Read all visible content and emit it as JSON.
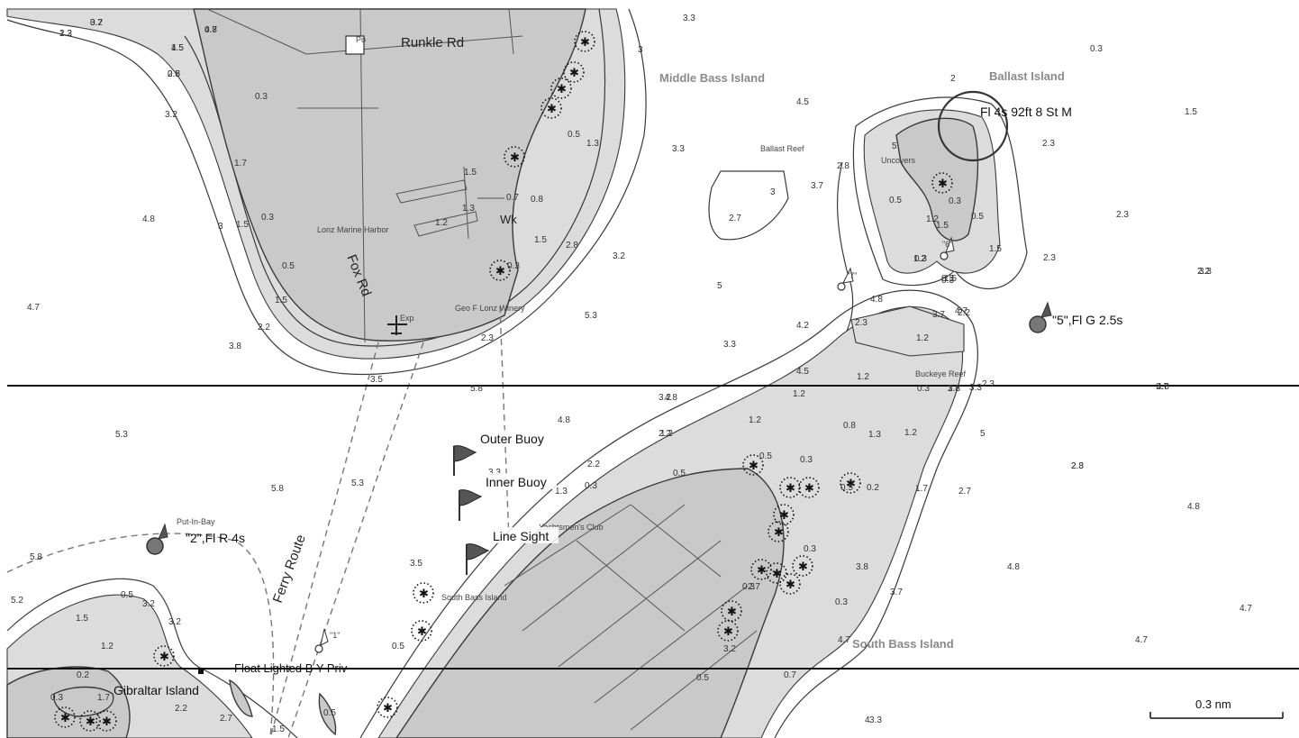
{
  "place_names": {
    "middle_bass": "Middle Bass Island",
    "ballast": "Ballast Island",
    "south_bass_bold": "South Bass Island",
    "south_bass_small": "South Bass Island",
    "gibraltar": "Gibraltar Island",
    "put_in_bay": "Put-In-Bay",
    "ballast_reef": "Ballast Reef",
    "buckeye_reef": "Buckeye Reef",
    "uncovers": "Uncovers",
    "lonz_harbor": "Lonz Marine Harbor",
    "lonz_winery": "Geo F Lonz Winery",
    "yachtsmens_club": "Yachtsmen's Club",
    "wreck": "Wk",
    "post_office": "Po",
    "grid_sign": "Exp"
  },
  "roads": {
    "runkle": "Runkle Rd",
    "fox": "Fox Rd",
    "ferry": "Ferry Route"
  },
  "nav_aids": {
    "light_ballast": "Fl 4s 92ft 8 St M",
    "buoy_2": "\"2\",Fl R 4s",
    "buoy_5": "\"5\",Fl G 2.5s",
    "buoy_6": "\"6\"",
    "buoy_7": "\"7\"",
    "buoy_1": "\"1\"",
    "float_lighted": "Float Lighted B Y Priv"
  },
  "waypoints": [
    {
      "name": "outer-buoy",
      "label": "Outer Buoy"
    },
    {
      "name": "inner-buoy",
      "label": "Inner Buoy"
    },
    {
      "name": "line-sight",
      "label": "Line Sight"
    }
  ],
  "soundings": [
    "0.7",
    "1.3",
    "0.7",
    "1.5",
    "2.8",
    "3.2",
    "0.3",
    "1.7",
    "4.8",
    "3",
    "1.5",
    "0.3",
    "0.5",
    "1.5",
    "2.2",
    "3.8",
    "4.7",
    "1.5",
    "1.3",
    "0.7",
    "0.8",
    "1.2",
    "1.5",
    "2.8",
    "3.2",
    "0.3",
    "0.5",
    "1.3",
    "3",
    "3.3",
    "3.3",
    "4.5",
    "2.8",
    "3",
    "2.7",
    "3.7",
    "5",
    "5.3",
    "3.3",
    "2.3",
    "3.5",
    "5.8",
    "3.2",
    "4.8",
    "2.2",
    "5.3",
    "5.8",
    "5.3",
    "5.8",
    "5.2",
    "0.5",
    "1.5",
    "3.2",
    "3.2",
    "1.2",
    "0.2",
    "0.3",
    "1.7",
    "2.2",
    "2.7",
    "1.5",
    "0.5",
    "3.5",
    "0.5",
    "3.3",
    "0.3",
    "1.3",
    "2.2",
    "0.5",
    "1.2",
    "0.3",
    "0.5",
    "0.3",
    "0.3",
    "1.2",
    "0.8",
    "1.3",
    "0.5",
    "0.2",
    "0.3",
    "1.7",
    "2.7",
    "3.7",
    "3.8",
    "2.7",
    "0.5",
    "0.7",
    "4",
    "4.5",
    "1.2",
    "1.2",
    "0.3",
    "1.8",
    "2.3",
    "3.7",
    "5",
    "2.8",
    "4.8",
    "4.8",
    "4.7",
    "4.7",
    "4.7",
    "3.2",
    "1.5",
    "0.3",
    "0.5",
    "1.2",
    "0.3",
    "1.5",
    "2.3",
    "2.2",
    "4.2",
    "4.8",
    "2.3",
    "3.7",
    "2.2",
    "1.2",
    "0.5",
    "1.2",
    "0.3",
    "1.5",
    "0.3",
    "2",
    "0.3",
    "1.5",
    "2.3",
    "2.3",
    "3.3",
    "4.7",
    "3.8",
    "3.3",
    "4.8",
    "4.8",
    "1.2",
    "2.3",
    "3.3",
    "5",
    "3.2",
    "2.2",
    "4.8",
    "4.5",
    "0.5"
  ],
  "scale_bar": {
    "label": "0.3 nm"
  },
  "colors": {
    "land": "#c9c9c9",
    "shoal": "#dcdcdc",
    "water": "#ffffff",
    "line": "#3a3a3a"
  }
}
